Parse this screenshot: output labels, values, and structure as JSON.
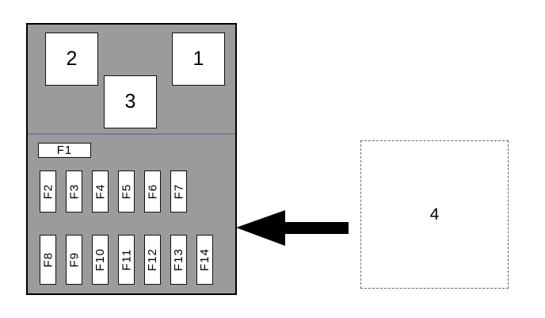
{
  "diagram": {
    "relays": [
      {
        "id": "r1",
        "label": "1"
      },
      {
        "id": "r2",
        "label": "2"
      },
      {
        "id": "r3",
        "label": "3"
      }
    ],
    "fuses_row0": [
      "F1"
    ],
    "fuses_row1": [
      "F2",
      "F3",
      "F4",
      "F5",
      "F6",
      "F7"
    ],
    "fuses_row2": [
      "F8",
      "F9",
      "F10",
      "F11",
      "F12",
      "F13",
      "F14"
    ],
    "module": {
      "label": "4"
    }
  }
}
